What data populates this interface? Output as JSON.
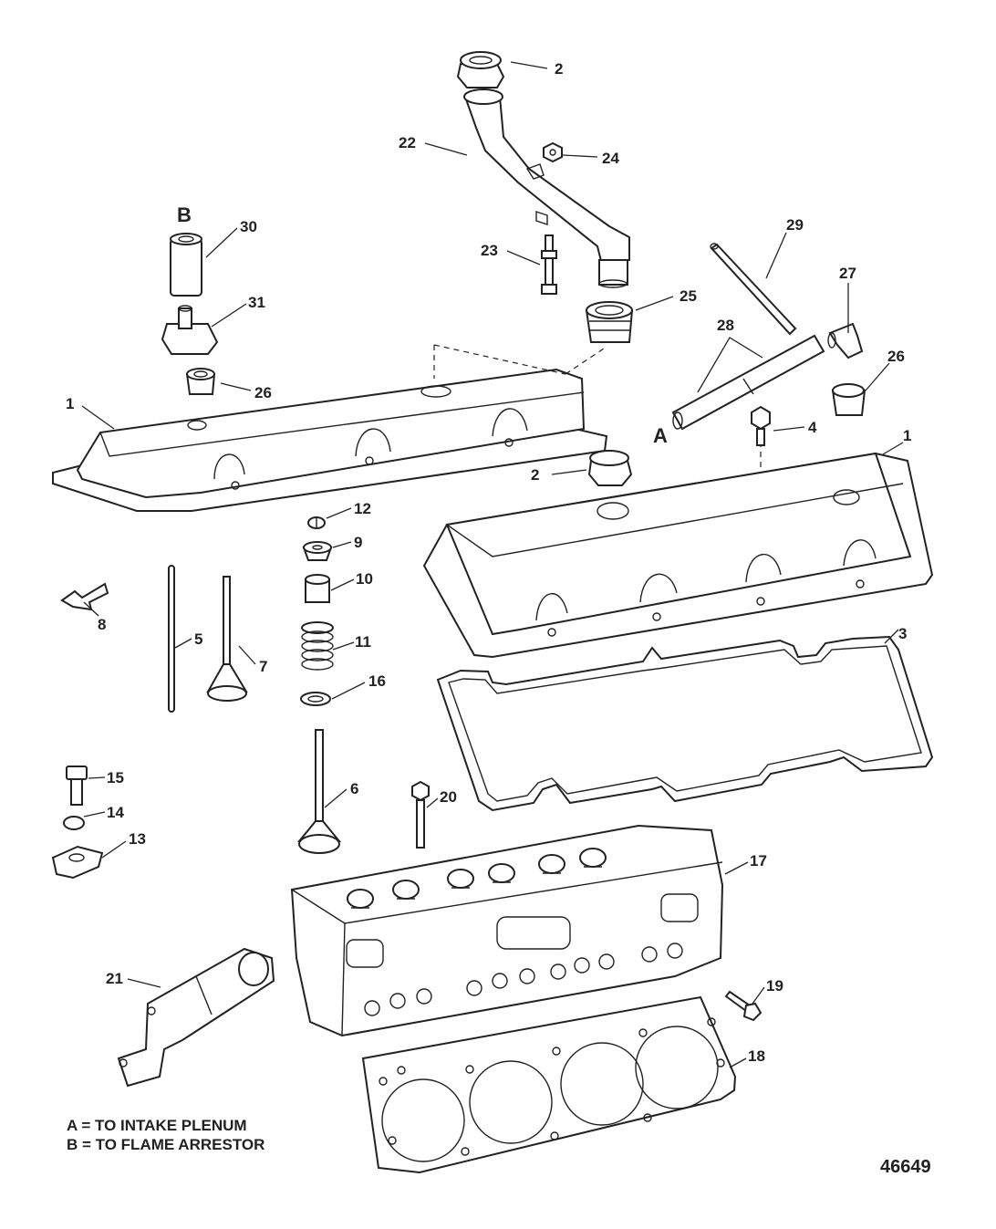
{
  "labels": {
    "l1a": "1",
    "l1b": "1",
    "l2a": "2",
    "l2b": "2",
    "l3": "3",
    "l4": "4",
    "l5": "5",
    "l6": "6",
    "l7": "7",
    "l8": "8",
    "l9": "9",
    "l10": "10",
    "l11": "11",
    "l12": "12",
    "l13": "13",
    "l14": "14",
    "l15": "15",
    "l16": "16",
    "l17": "17",
    "l18": "18",
    "l19": "19",
    "l20": "20",
    "l21": "21",
    "l22": "22",
    "l23": "23",
    "l24": "24",
    "l25": "25",
    "l26a": "26",
    "l26b": "26",
    "l27": "27",
    "l28": "28",
    "l29": "29",
    "l30": "30",
    "l31": "31"
  },
  "markers": {
    "a": "A",
    "b": "B"
  },
  "legend": {
    "line1": "A = TO INTAKE PLENUM",
    "line2": "B = TO FLAME ARRESTOR"
  },
  "figure_number": "46649"
}
